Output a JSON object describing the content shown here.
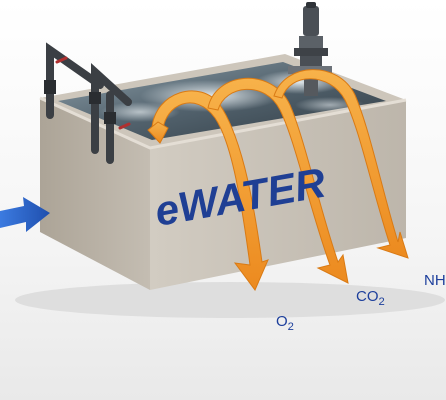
{
  "brand": {
    "text": "eWATER",
    "color": "#1f3f94"
  },
  "labels": {
    "oxygen": {
      "main": "O",
      "sub": "2"
    },
    "carbon_dioxide": {
      "main": "CO",
      "sub": "2"
    },
    "ammonia": {
      "main": "NH"
    }
  },
  "colors": {
    "arrow_fill": "#f39a2e",
    "inflow_arrow": "#2a62c8",
    "tank_wall": "#c8c1b6",
    "pipes": "#3b3f44",
    "water": "#5b6c77",
    "label_text": "#1d3f9c"
  },
  "icons": [
    "pump-motor-icon",
    "pipe-valve-icon",
    "inflow-arrow-icon",
    "aeration-arrow-icon"
  ]
}
